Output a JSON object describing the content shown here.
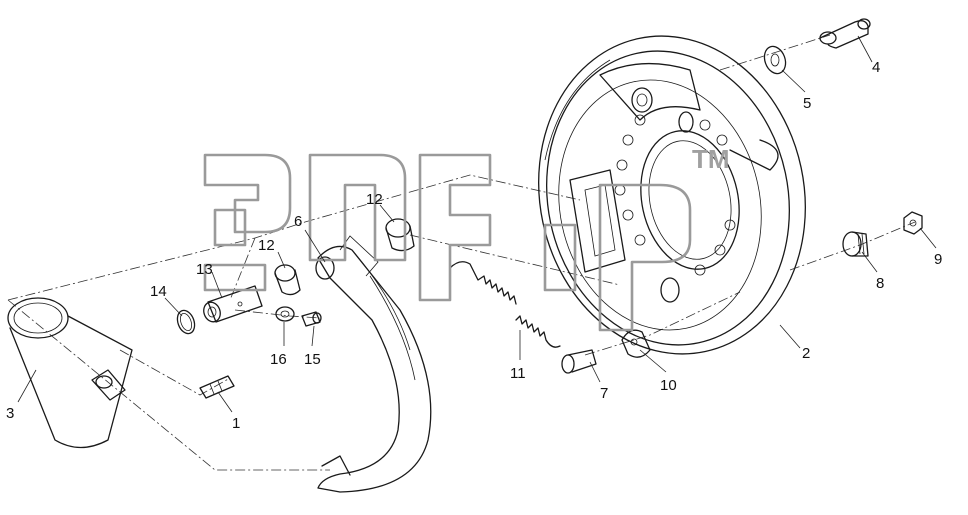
{
  "diagram": {
    "part_numbers": [
      "1",
      "2",
      "3",
      "4",
      "5",
      "6",
      "7",
      "8",
      "9",
      "10",
      "11",
      "12",
      "12",
      "13",
      "14",
      "15",
      "16"
    ],
    "watermark": {
      "trademark": "TM"
    }
  }
}
